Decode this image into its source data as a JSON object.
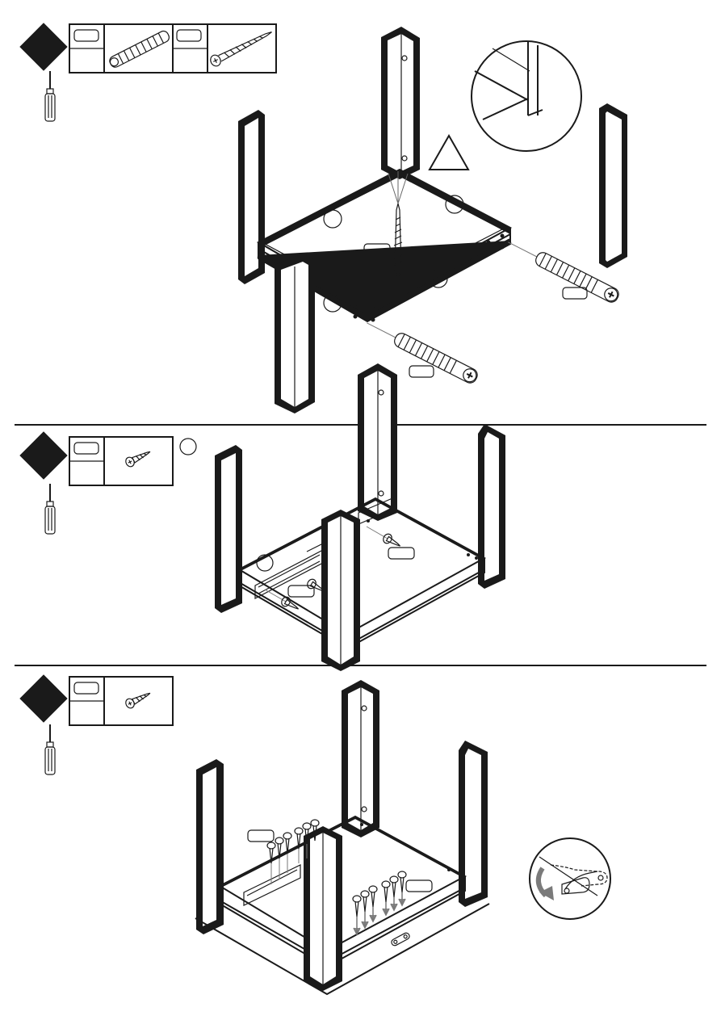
{
  "page": {
    "steps": [
      {
        "id": "step-1",
        "parts": [
          "wooden-dowel",
          "long-wood-screw"
        ],
        "tools": [
          "screwdriver-icon"
        ]
      },
      {
        "id": "step-2",
        "parts": [
          "short-screw"
        ],
        "tools": [
          "screwdriver-icon"
        ]
      },
      {
        "id": "step-3",
        "parts": [
          "short-screw"
        ],
        "tools": [
          "screwdriver-icon"
        ]
      }
    ],
    "icons": [
      "warning-triangle-icon",
      "screwdriver-icon",
      "rotate-arrow-icon",
      "magnifier-detail-icon"
    ],
    "colors": {
      "line": "#1a1a1a",
      "background": "#ffffff",
      "arrow": "#777777"
    }
  }
}
